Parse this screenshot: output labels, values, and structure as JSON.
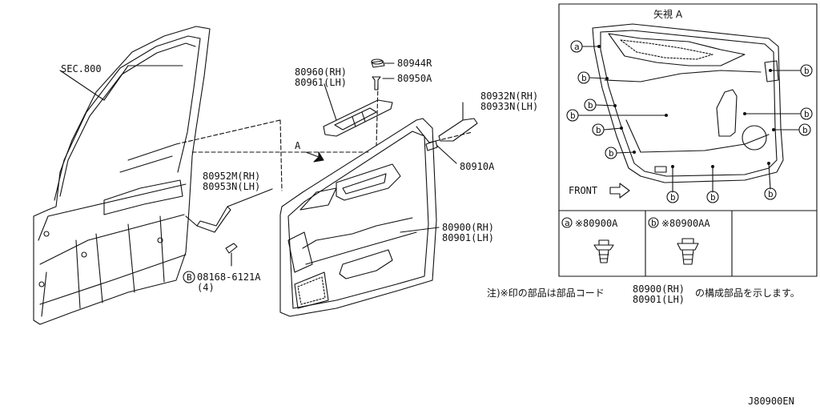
{
  "diagram_id": "J80900EN",
  "labels": {
    "sec": "SEC.800",
    "switch_rh": "80960(RH)",
    "switch_lh": "80961(LH)",
    "cap": "80944R",
    "screw": "80950A",
    "molding_rh": "80932N(RH)",
    "molding_lh": "80933N(LH)",
    "clip_part": "80910A",
    "bracket_rh": "80952M(RH)",
    "bracket_lh": "80953N(LH)",
    "bolt": "08168-6121A",
    "bolt_qty": "(4)",
    "bolt_marker": "B",
    "trim_rh": "80900(RH)",
    "trim_lh": "80901(LH)",
    "view_arrow": "A",
    "view_title": "矢視 A",
    "front": "FRONT"
  },
  "legend": {
    "a_marker": "a",
    "a_part": "※80900A",
    "b_marker": "b",
    "b_part": "※80900AA"
  },
  "note": {
    "prefix": "注)※印の部品は部品コード",
    "code_rh": "80900(RH)",
    "code_lh": "80901(LH)",
    "suffix": "の構成部品を示します。"
  }
}
